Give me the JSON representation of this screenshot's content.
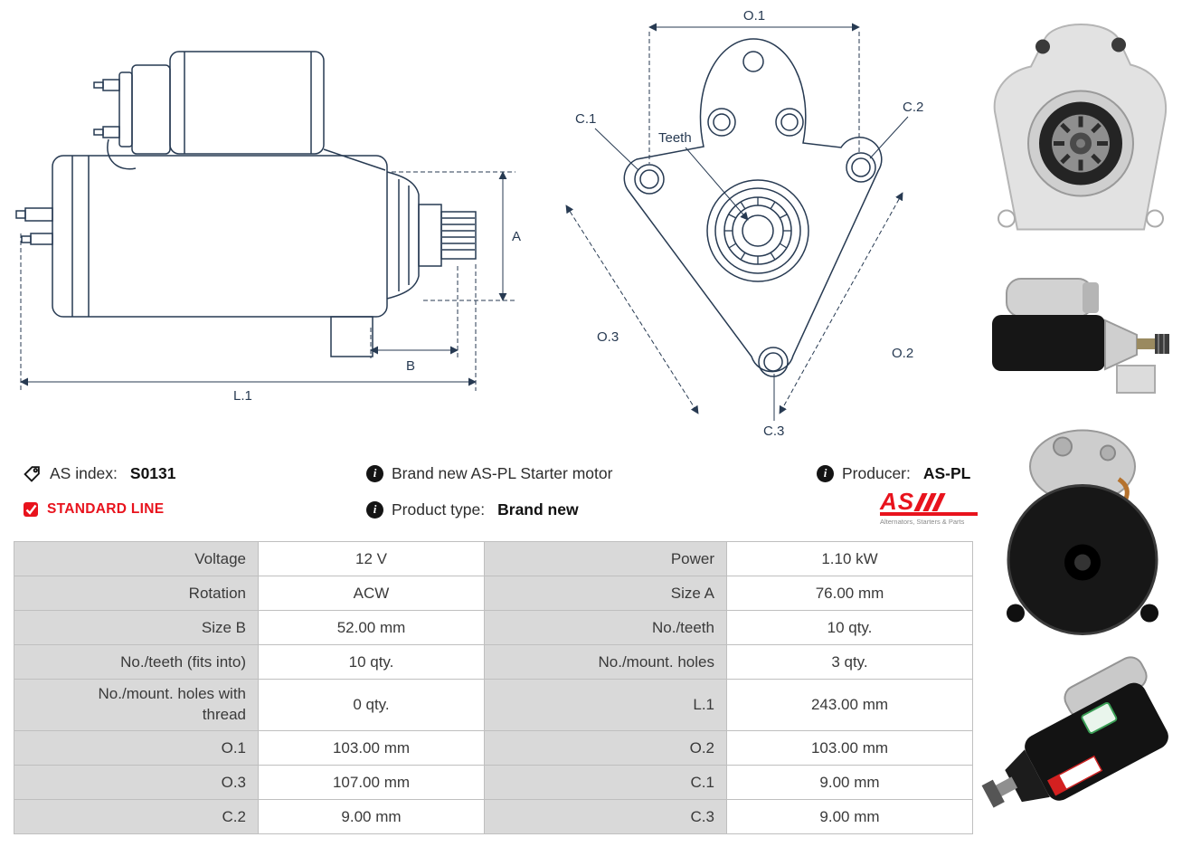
{
  "product_info": {
    "as_index": {
      "label": "AS index:",
      "value": "S0131"
    },
    "line_badge": "STANDARD LINE",
    "description": "Brand new AS-PL Starter motor",
    "product_type": {
      "label": "Product type:",
      "value": "Brand new"
    },
    "producer": {
      "label": "Producer:",
      "value": "AS-PL"
    },
    "logo": {
      "text": "AS",
      "tagline": "Alternators, Starters & Parts"
    }
  },
  "icons": {
    "info_glyph": "i",
    "names": [
      "tag-icon",
      "checkbox-checked-icon",
      "info-icon"
    ]
  },
  "colors": {
    "accent_red": "#e8131d",
    "drawing_ink": "#273a52",
    "table_label_bg": "#d9d9d9",
    "table_border": "#bfbfbf"
  },
  "diagrams": {
    "side_view": {
      "dim_a": "A",
      "dim_b": "B",
      "dim_l1": "L.1"
    },
    "front_view": {
      "dim_o1": "O.1",
      "dim_o2": "O.2",
      "dim_o3": "O.3",
      "dim_c1": "C.1",
      "dim_c2": "C.2",
      "dim_c3": "C.3",
      "teeth": "Teeth"
    }
  },
  "spec_table": {
    "rows": [
      [
        "Voltage",
        "12 V",
        "Power",
        "1.10 kW"
      ],
      [
        "Rotation",
        "ACW",
        "Size A",
        "76.00 mm"
      ],
      [
        "Size B",
        "52.00 mm",
        "No./teeth",
        "10 qty."
      ],
      [
        "No./teeth (fits into)",
        "10 qty.",
        "No./mount. holes",
        "3 qty."
      ],
      [
        "No./mount. holes with thread",
        "0 qty.",
        "L.1",
        "243.00 mm"
      ],
      [
        "O.1",
        "103.00 mm",
        "O.2",
        "103.00 mm"
      ],
      [
        "O.3",
        "107.00 mm",
        "C.1",
        "9.00 mm"
      ],
      [
        "C.2",
        "9.00 mm",
        "C.3",
        "9.00 mm"
      ]
    ]
  },
  "photos": [
    {
      "name": "starter-front-view-photo"
    },
    {
      "name": "starter-side-view-photo"
    },
    {
      "name": "starter-rear-solenoid-photo"
    },
    {
      "name": "starter-angled-view-photo"
    }
  ]
}
